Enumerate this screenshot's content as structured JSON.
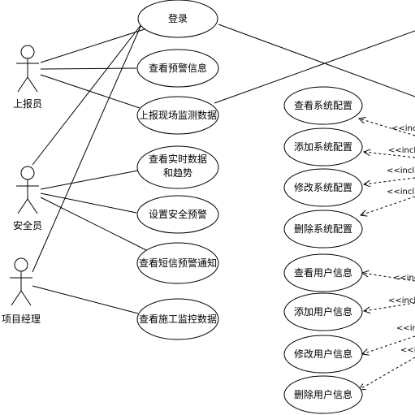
{
  "actors": [
    {
      "id": "reporter",
      "label": "上报员",
      "icon": "stick-figure-actor"
    },
    {
      "id": "safety",
      "label": "安全员",
      "icon": "stick-figure-actor"
    },
    {
      "id": "manager",
      "label": "项目经理",
      "icon": "stick-figure-actor"
    }
  ],
  "use_cases": [
    {
      "id": "login",
      "lines": [
        "登录"
      ]
    },
    {
      "id": "view_alert",
      "lines": [
        "查看预警信息"
      ]
    },
    {
      "id": "report_data",
      "lines": [
        "上报现场监测数据"
      ]
    },
    {
      "id": "view_realtime",
      "lines": [
        "查看实时数据",
        "和趋势"
      ]
    },
    {
      "id": "set_alert",
      "lines": [
        "设置安全预警"
      ]
    },
    {
      "id": "view_sms",
      "lines": [
        "查看短信预警通知"
      ]
    },
    {
      "id": "view_construction",
      "lines": [
        "查看施工监控数据"
      ]
    },
    {
      "id": "view_config",
      "lines": [
        "查看系统配置"
      ]
    },
    {
      "id": "add_config",
      "lines": [
        "添加系统配置"
      ]
    },
    {
      "id": "edit_config",
      "lines": [
        "修改系统配置"
      ]
    },
    {
      "id": "delete_config",
      "lines": [
        "删除系统配置"
      ]
    },
    {
      "id": "view_user",
      "lines": [
        "查看用户信息"
      ]
    },
    {
      "id": "add_user",
      "lines": [
        "添加用户信息"
      ]
    },
    {
      "id": "edit_user",
      "lines": [
        "修改用户信息"
      ]
    },
    {
      "id": "delete_user",
      "lines": [
        "删除用户信息"
      ]
    }
  ],
  "include_labels": [
    "<<inclu",
    "<<inclu",
    "<<inclu",
    "<<inclu",
    "<<inclu",
    "<<inclu",
    "<<inc",
    "<<in"
  ],
  "associations": [
    [
      "reporter",
      "login"
    ],
    [
      "reporter",
      "view_alert"
    ],
    [
      "reporter",
      "report_data"
    ],
    [
      "safety",
      "login"
    ],
    [
      "safety",
      "view_realtime"
    ],
    [
      "safety",
      "set_alert"
    ],
    [
      "safety",
      "view_sms"
    ],
    [
      "manager",
      "login"
    ],
    [
      "manager",
      "view_construction"
    ]
  ],
  "colors": {
    "stroke": "#000000",
    "background": "#ffffff"
  }
}
